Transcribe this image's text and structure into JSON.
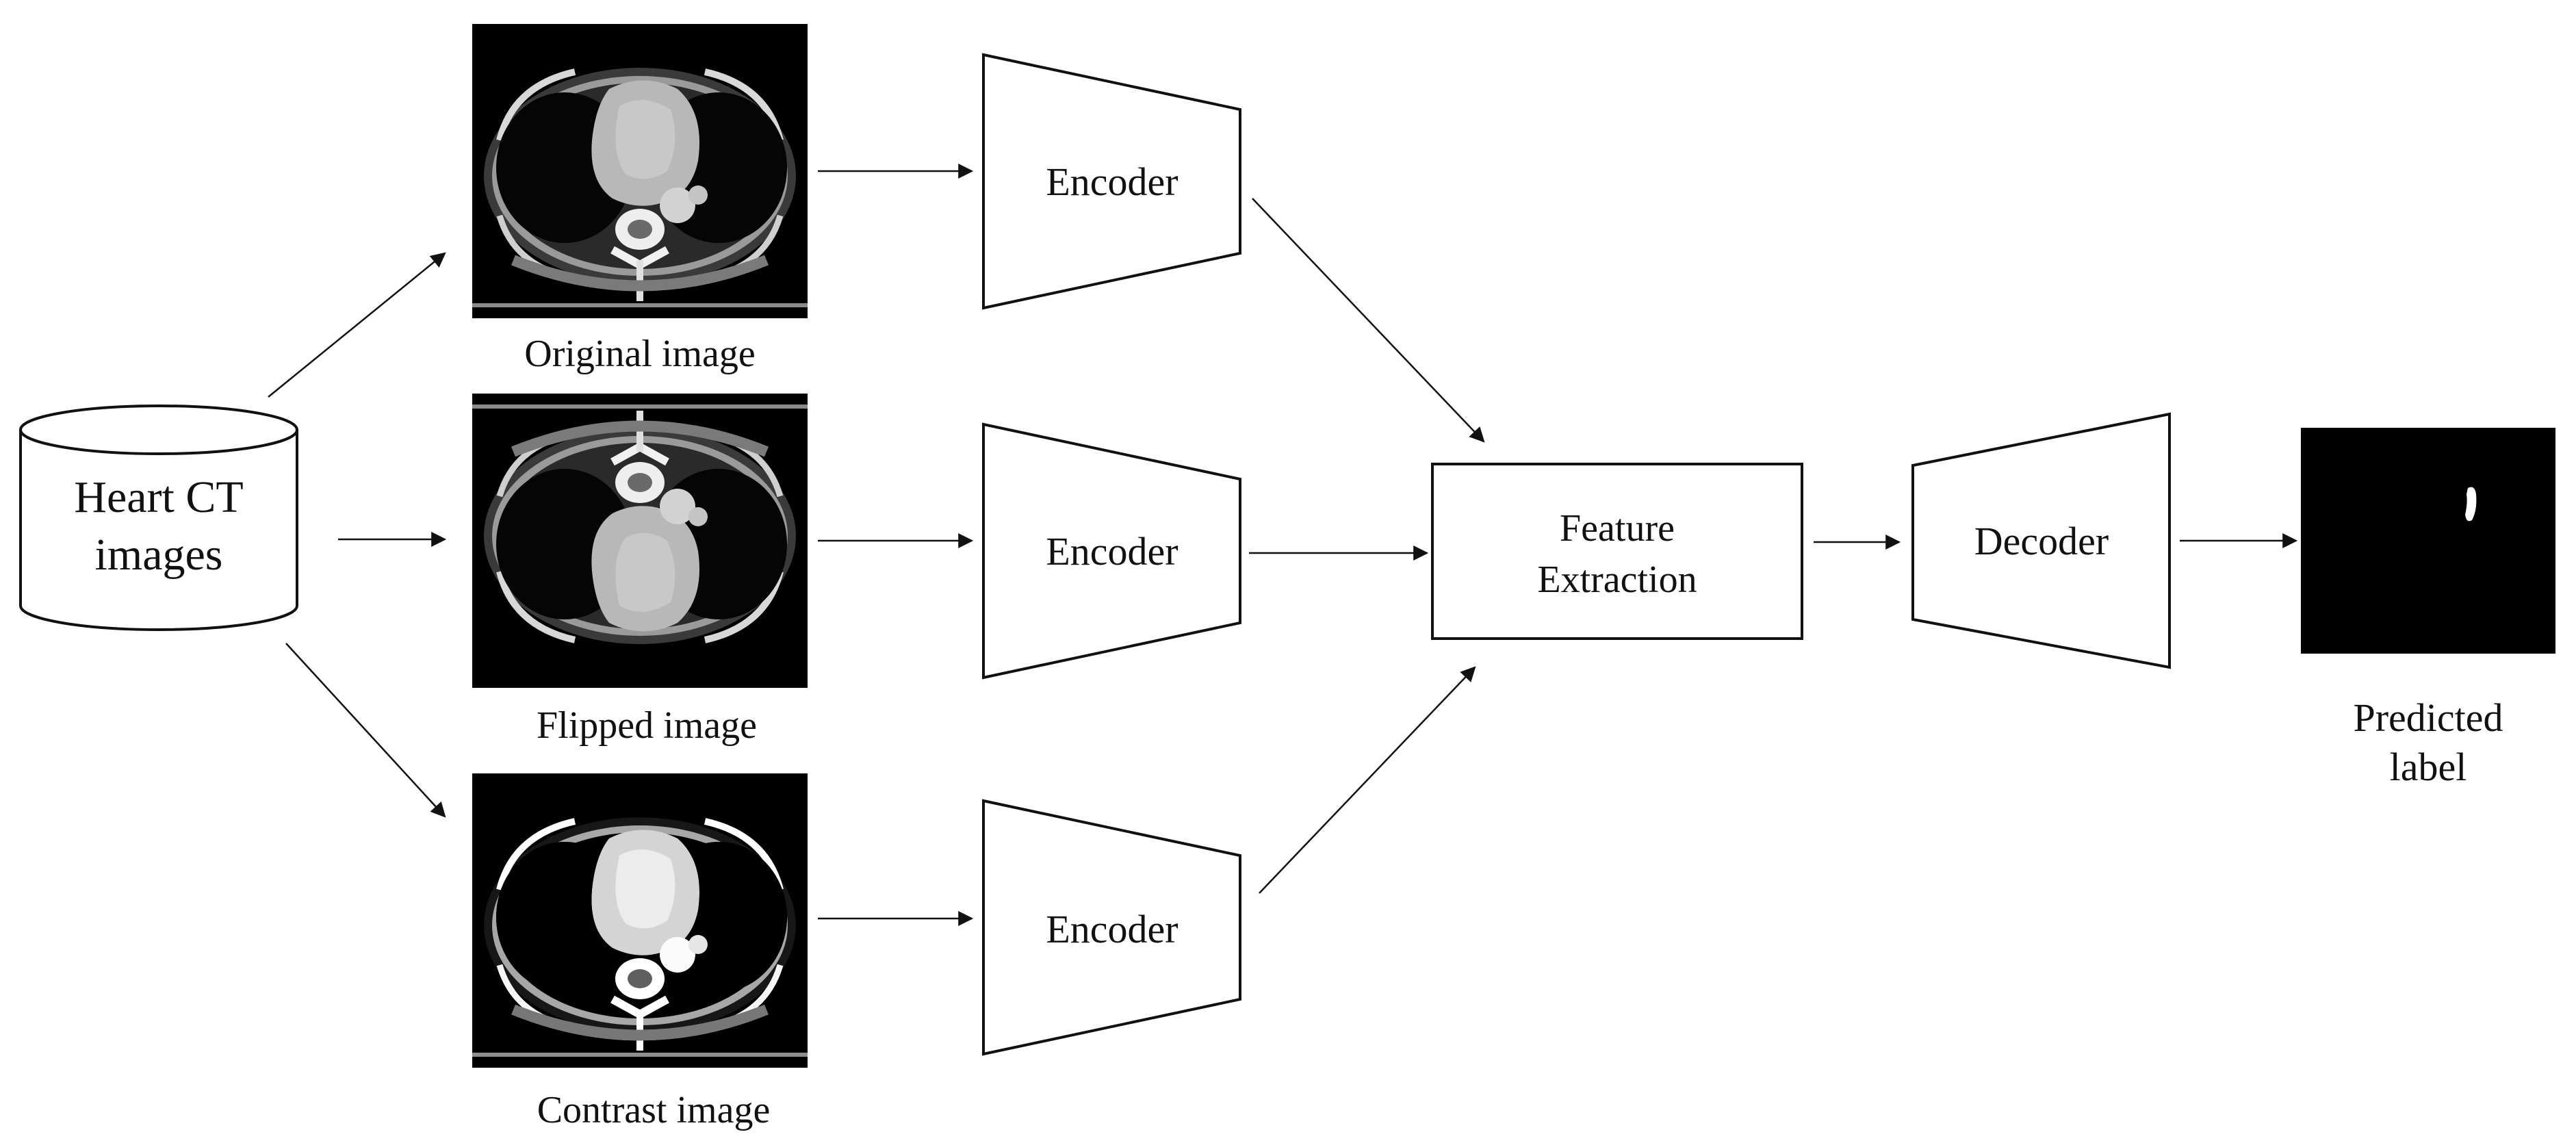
{
  "source": {
    "line1": "Heart CT",
    "line2": "images"
  },
  "images": {
    "original": "Original image",
    "flipped": "Flipped image",
    "contrast": "Contrast image"
  },
  "encoders": {
    "top": "Encoder",
    "middle": "Encoder",
    "bottom": "Encoder"
  },
  "feature_extraction": {
    "line1": "Feature",
    "line2": "Extraction"
  },
  "decoder": "Decoder",
  "output": {
    "line1": "Predicted",
    "line2": "label"
  }
}
